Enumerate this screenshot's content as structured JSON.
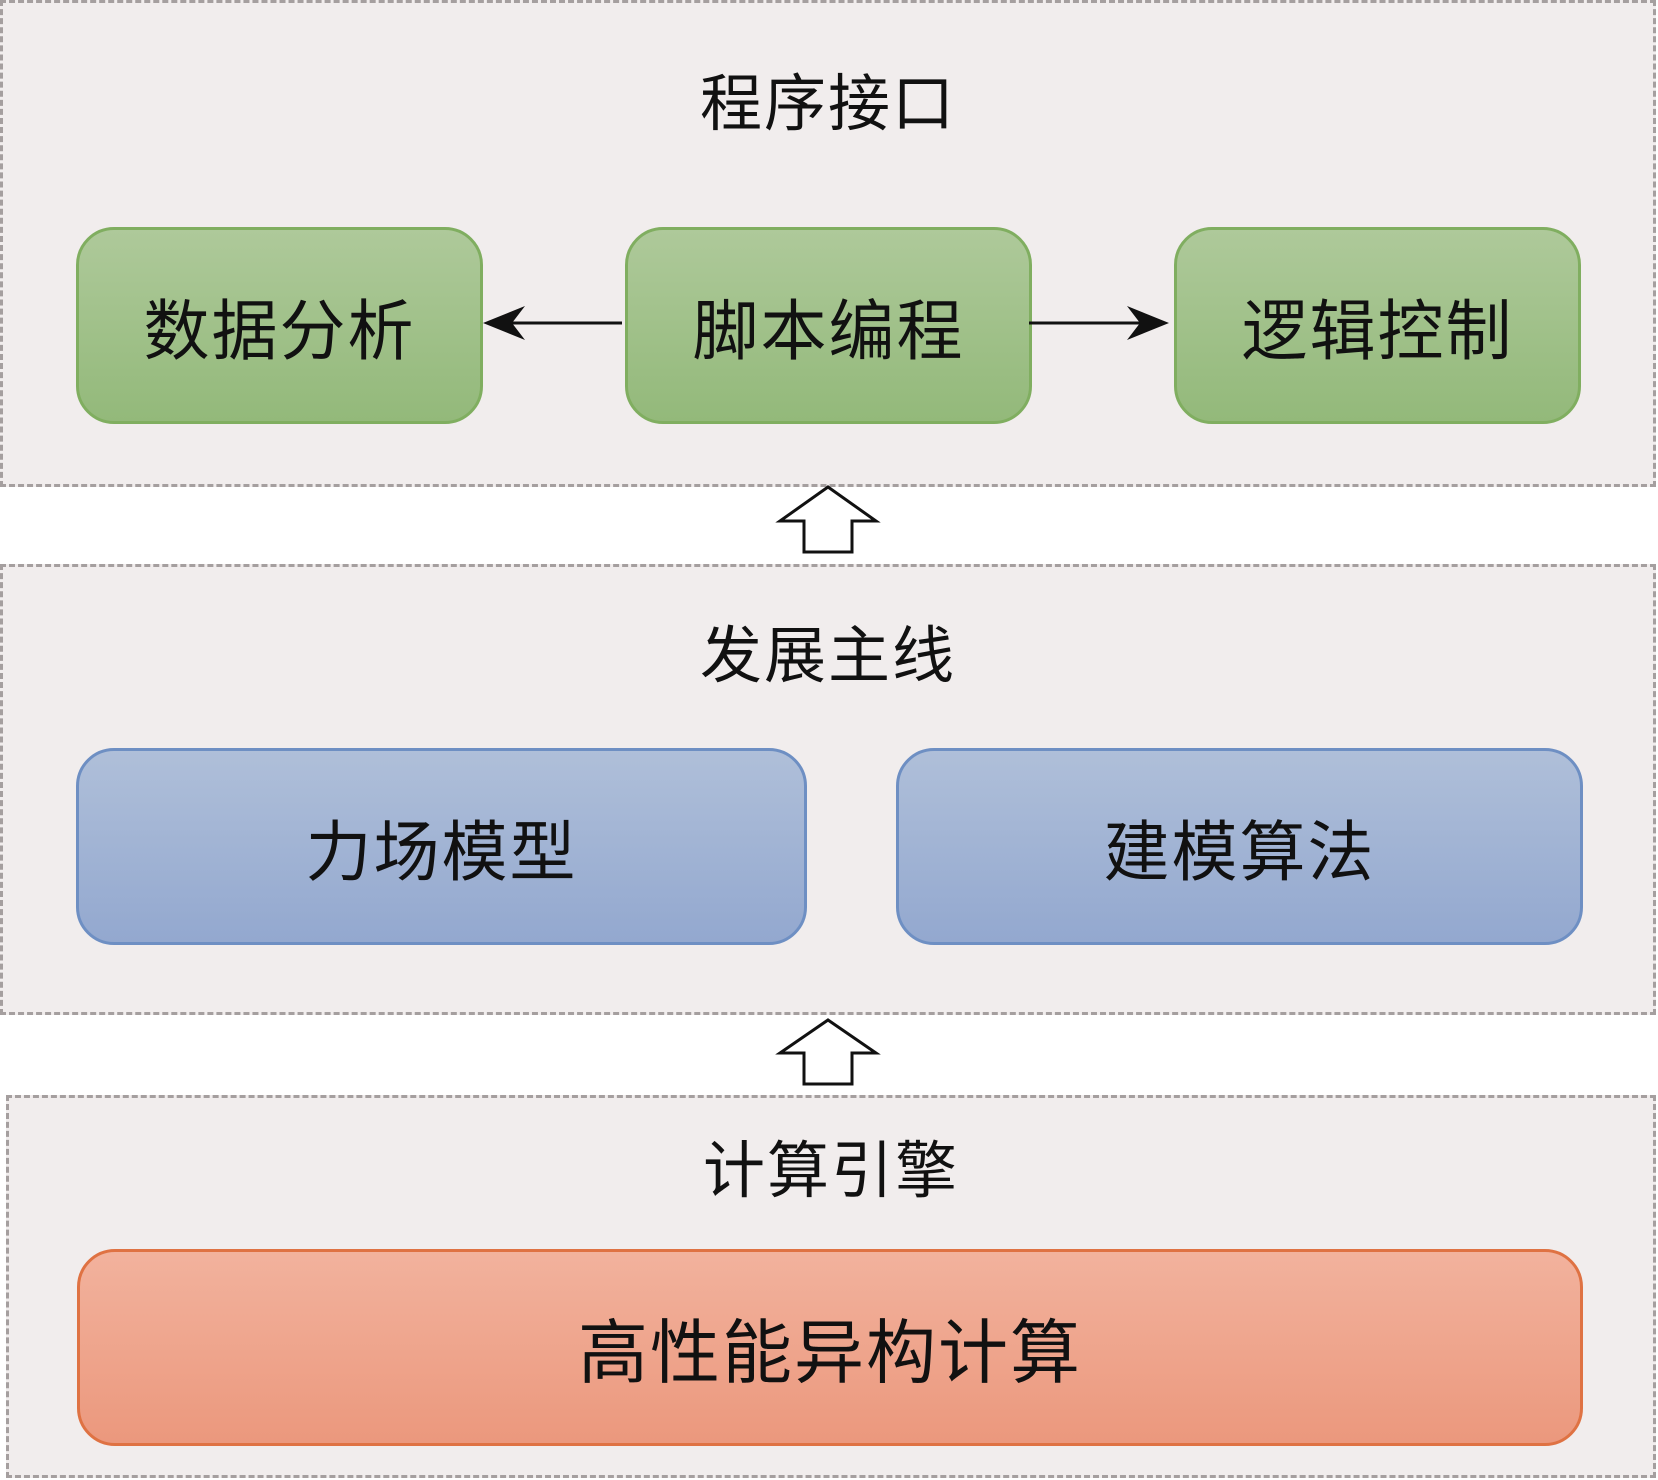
{
  "layers": {
    "top": {
      "title": "程序接口",
      "boxes": [
        "数据分析",
        "脚本编程",
        "逻辑控制"
      ]
    },
    "middle": {
      "title": "发展主线",
      "boxes": [
        "力场模型",
        "建模算法"
      ]
    },
    "bottom": {
      "title": "计算引擎",
      "boxes": [
        "高性能异构计算"
      ]
    }
  },
  "colors": {
    "layer_fill": "#f1eded",
    "layer_border": "#a59f9f",
    "green_fill": "#a2c28c",
    "green_border": "#80ae60",
    "blue_fill": "#a1b3d4",
    "blue_border": "#6e8fc3",
    "orange_fill": "#eea58c",
    "orange_border": "#df7243"
  }
}
